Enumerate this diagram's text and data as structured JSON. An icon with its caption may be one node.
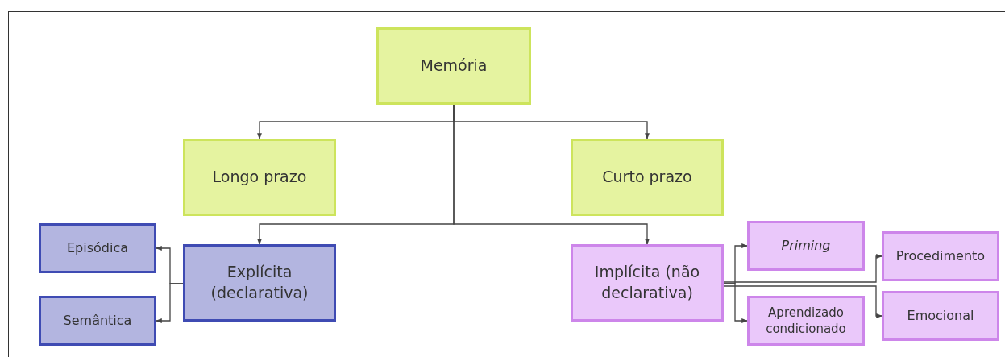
{
  "diagram": {
    "nodes": [
      {
        "text": [
          "Memória"
        ]
      },
      {
        "text": [
          "Longo prazo"
        ]
      },
      {
        "text": [
          "Curto prazo"
        ]
      },
      {
        "text": [
          "Episódica"
        ]
      },
      {
        "text": [
          "Explícita (declarativa)"
        ]
      },
      {
        "text": [
          "Implícita (não declarativa)"
        ]
      },
      {
        "text": [
          "Priming"
        ]
      },
      {
        "text": [
          "Procedimento"
        ]
      },
      {
        "text": [
          "Semântica"
        ]
      },
      {
        "text": [
          "Aprendizado condicionado"
        ]
      },
      {
        "text": [
          "Emocional"
        ]
      }
    ],
    "edges": [
      {
        "from": 0,
        "to": 1,
        "arrow": "to"
      },
      {
        "from": 0,
        "to": 2,
        "arrow": "to"
      },
      {
        "from": 0,
        "to": 4,
        "arrow": "to"
      },
      {
        "from": 0,
        "to": 5,
        "arrow": "to"
      },
      {
        "from": 4,
        "to": 3,
        "arrow": "to"
      },
      {
        "from": 4,
        "to": 8,
        "arrow": "to"
      },
      {
        "from": 5,
        "to": 6,
        "arrow": "to"
      },
      {
        "from": 5,
        "to": 9,
        "arrow": "to"
      },
      {
        "from": 5,
        "to": 7,
        "arrow": "to"
      },
      {
        "from": 5,
        "to": 10,
        "arrow": "to"
      }
    ]
  }
}
